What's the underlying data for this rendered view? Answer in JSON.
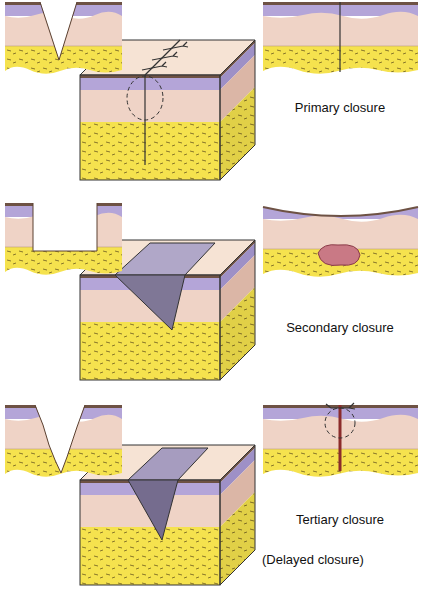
{
  "diagram": {
    "labels": [
      "Primary closure",
      "Secondary closure",
      "Tertiary closure",
      "(Delayed closure)"
    ]
  }
}
